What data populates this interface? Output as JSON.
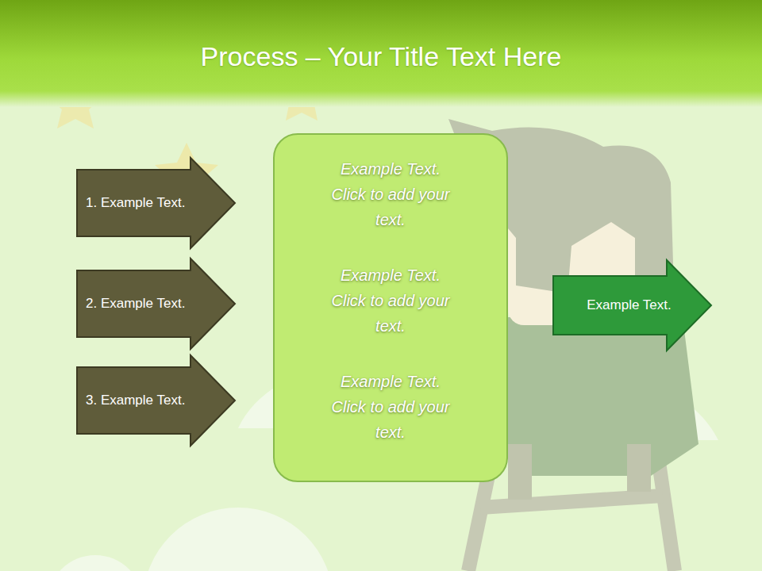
{
  "diagram": {
    "title": "Process – Your Title Text Here",
    "nodes": [
      {
        "text": [
          "1. Example Text."
        ]
      },
      {
        "text": [
          "2. Example Text."
        ]
      },
      {
        "text": [
          "3. Example Text."
        ]
      },
      {
        "text": [
          "Example Text. Click to add your text.",
          "Example Text. Click to add your text.",
          "Example Text. Click to add your text."
        ]
      },
      {
        "text": [
          "Example Text."
        ]
      }
    ]
  }
}
